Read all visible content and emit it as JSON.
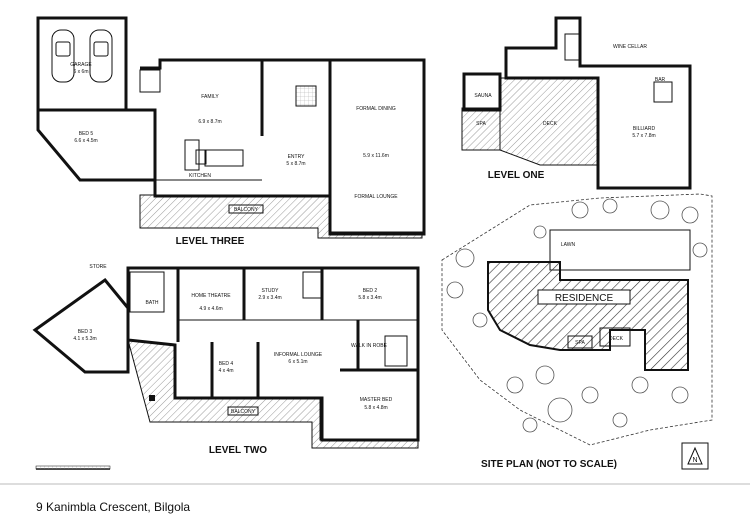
{
  "address": "9 Kanimbla Crescent, Bilgola",
  "levels": {
    "three": "LEVEL THREE",
    "two": "LEVEL TWO",
    "one": "LEVEL ONE",
    "site": "SITE PLAN (NOT TO SCALE)"
  },
  "rooms": {
    "garage": "GARAGE",
    "garage_dim": "6 x 6m",
    "bed5": "BED 5",
    "bed5_dim": "6.6 x 4.5m",
    "family": "FAMILY",
    "family_dim": "6.9 x 8.7m",
    "entry": "ENTRY",
    "entry_dim": "5 x 8.7m",
    "formal_dining": "FORMAL DINING",
    "formal_dim": "5.9 x 11.6m",
    "formal_lounge": "FORMAL LOUNGE",
    "kitchen": "KITCHEN",
    "balcony_upper": "BALCONY",
    "store": "STORE",
    "bath": "BATH",
    "bed3": "BED 3",
    "bed3_dim": "4.1 x 5.3m",
    "home_theatre": "HOME THEATRE",
    "home_theatre_dim": "4.9 x 4.6m",
    "study": "STUDY",
    "study_dim": "2.9 x 3.4m",
    "bed2": "BED 2",
    "bed2_dim": "5.8 x 3.4m",
    "bed4": "BED 4",
    "bed4_dim": "4 x 4m",
    "informal_lounge": "INFORMAL LOUNGE",
    "informal_dim": "6 x 5.1m",
    "walk_in_robe": "WALK IN ROBE",
    "master_bed": "MASTER BED",
    "master_dim": "5.8 x 4.8m",
    "balcony_lower": "BALCONY",
    "wine_cellar": "WINE CELLAR",
    "sauna": "SAUNA",
    "spa": "SPA",
    "deck": "DECK",
    "bar": "BAR",
    "billiard": "BILLIARD",
    "billiard_dim": "5.7 x 7.8m",
    "lawn": "LAWN",
    "residence": "RESIDENCE",
    "site_spa": "SPA",
    "site_deck": "DECK"
  },
  "compass_label": "N",
  "colors": {
    "ink": "#111111",
    "hatch": "#9a9a9a",
    "tree": "#555555"
  }
}
